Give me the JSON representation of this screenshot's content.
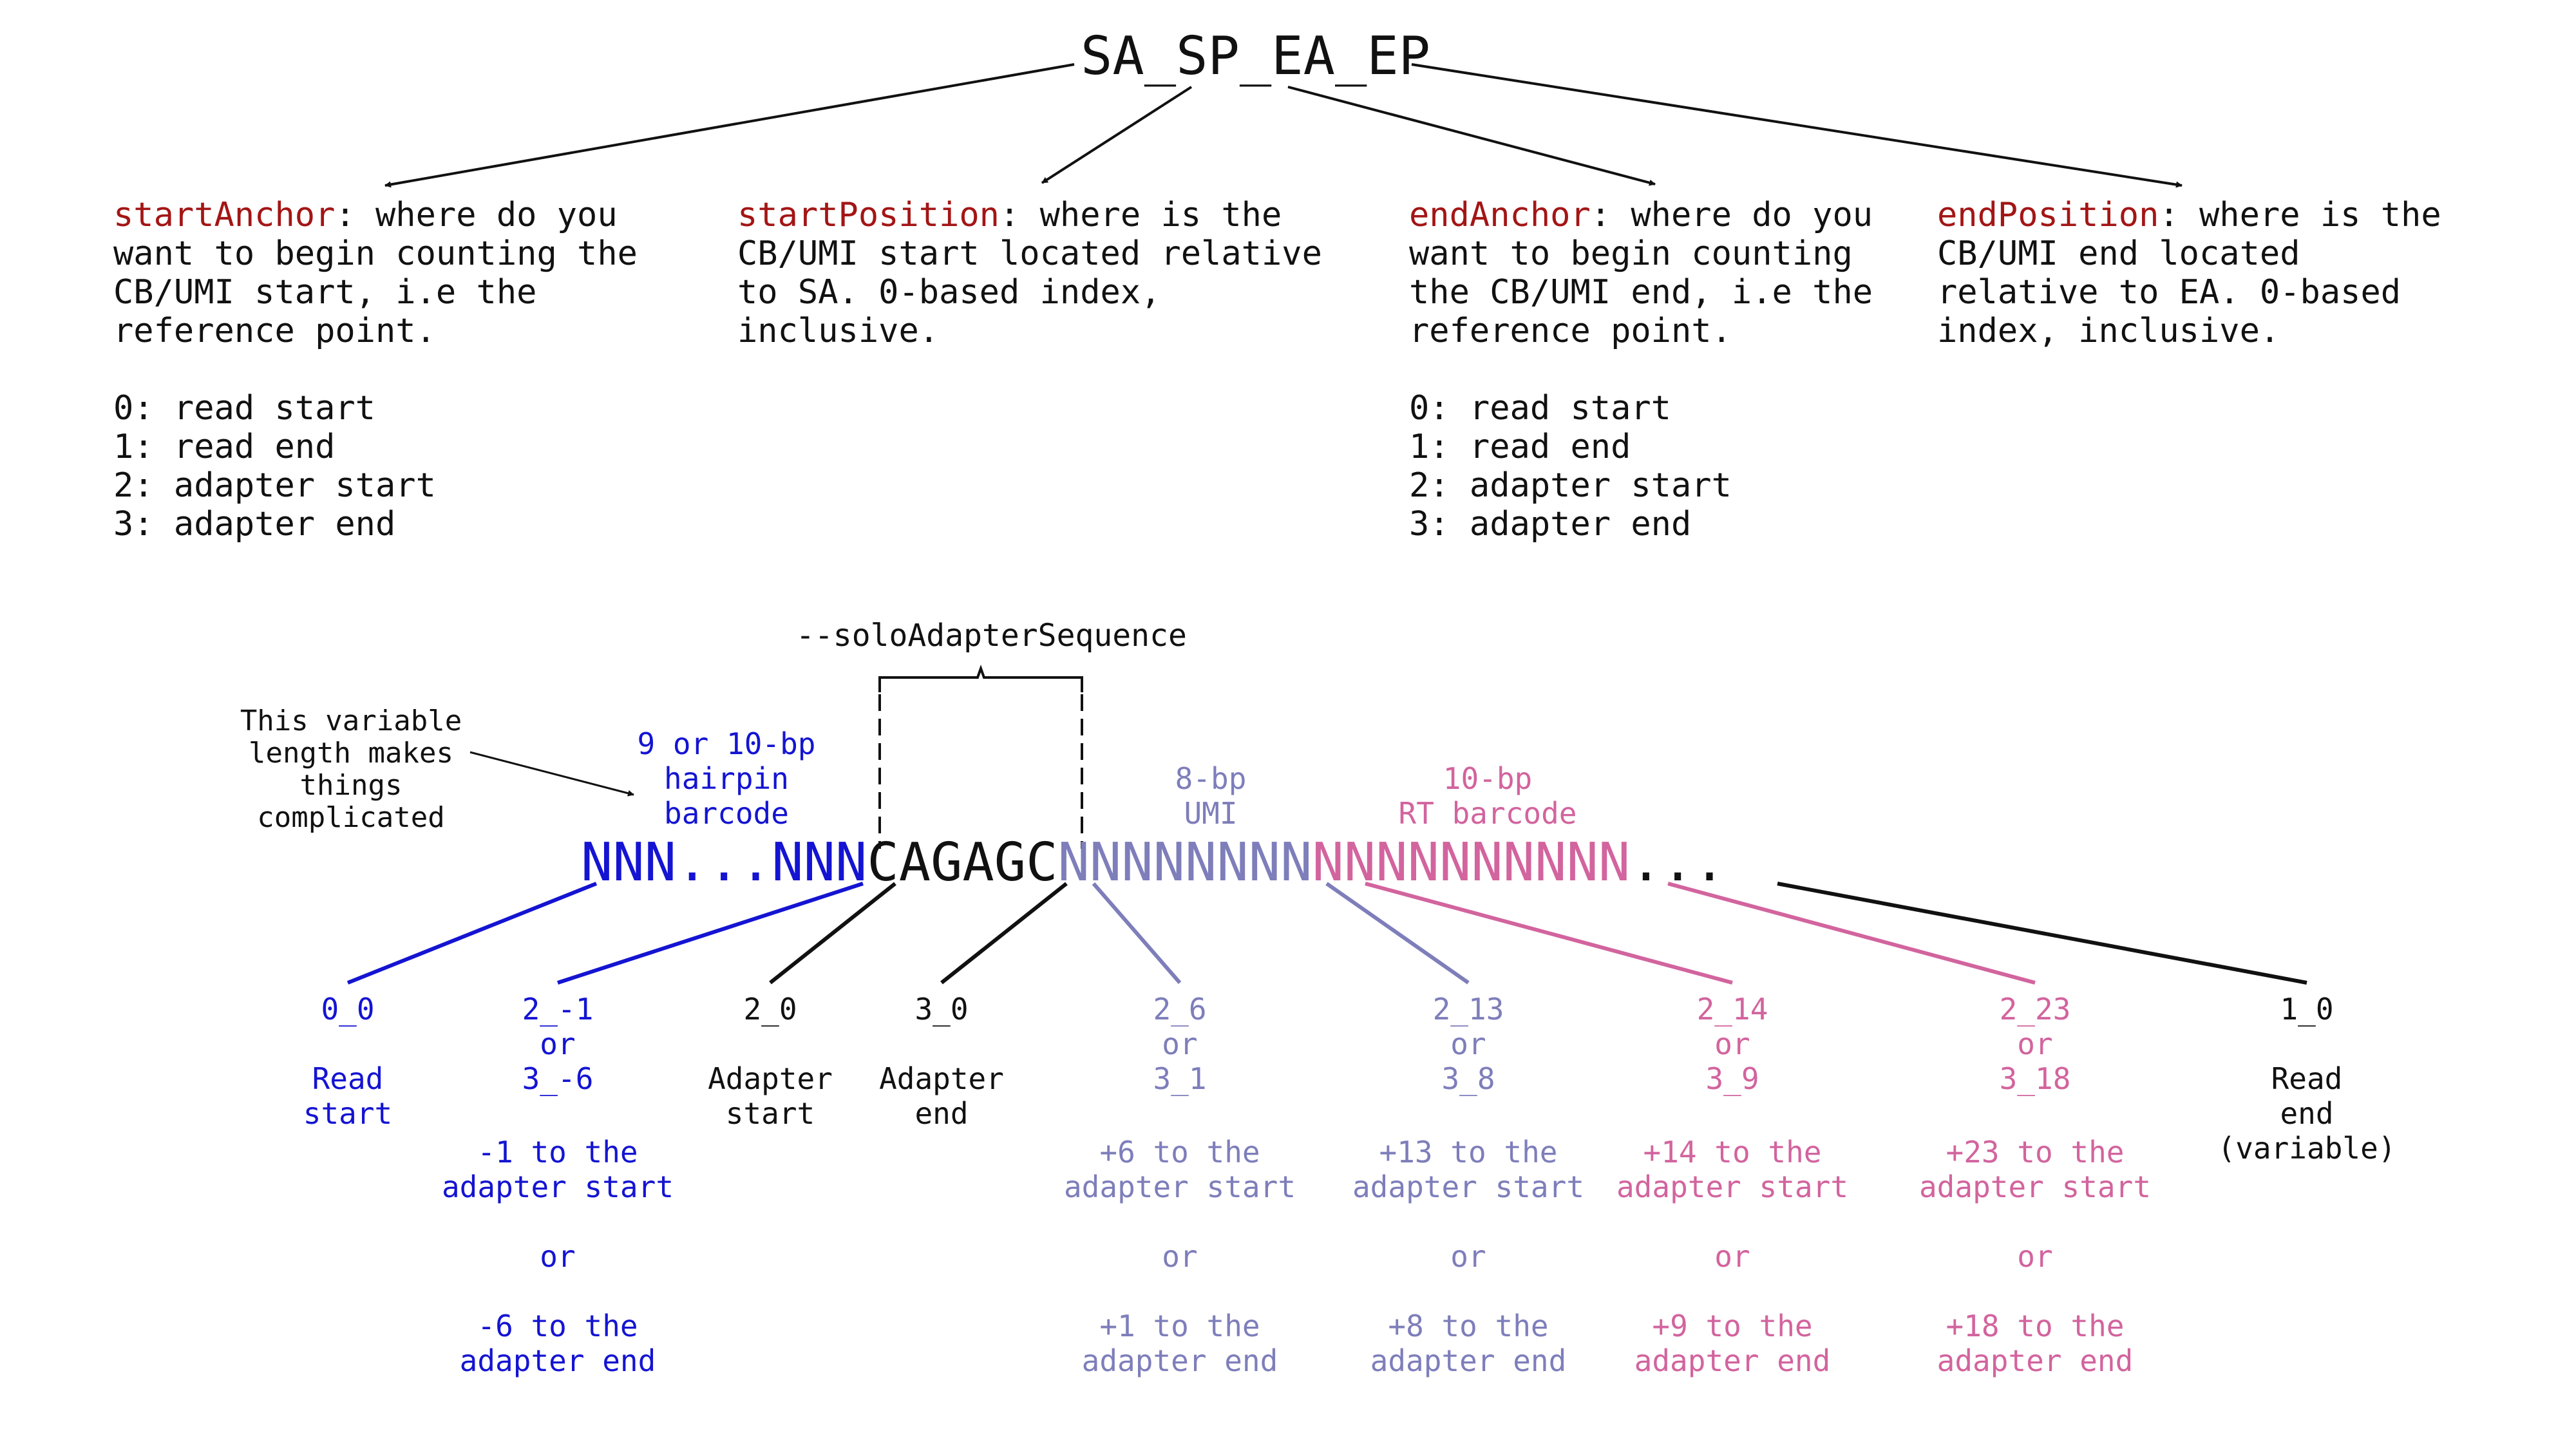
{
  "title": "SA_SP_EA_EP",
  "definitions": [
    {
      "name": "startAnchor",
      "rest": ": where do you\nwant to begin counting the\nCB/UMI start, i.e the\nreference point.\n\n0: read start\n1: read end\n2: adapter start\n3: adapter end"
    },
    {
      "name": "startPosition",
      "rest": ": where is the\nCB/UMI start located relative\nto SA. 0-based index,\ninclusive."
    },
    {
      "name": "endAnchor",
      "rest": ": where do you\nwant to begin counting\nthe CB/UMI end, i.e the\nreference point.\n\n0: read start\n1: read end\n2: adapter start\n3: adapter end"
    },
    {
      "name": "endPosition",
      "rest": ": where is the\nCB/UMI end located\nrelative to EA. 0-based\nindex, inclusive."
    }
  ],
  "adapter_label": "--soloAdapterSequence",
  "variable_note": "This variable\nlength makes\nthings\ncomplicated",
  "segment_labels": {
    "hairpin": "9 or 10-bp\nhairpin\nbarcode",
    "umi": "8-bp\nUMI",
    "rt": "10-bp\nRT barcode"
  },
  "sequence": {
    "hairpin": "NNN...NNN",
    "adapter": "CAGAGC",
    "umi": "NNNNNNNN",
    "rt": "NNNNNNNNNN",
    "rest": "..."
  },
  "positions": [
    {
      "code": "0_0",
      "desc": "Read\nstart",
      "detail": "",
      "color": "blue"
    },
    {
      "code": "2_-1\nor\n3_-6",
      "desc": "",
      "detail": "-1 to the\nadapter start\n\nor\n\n-6 to the\nadapter end",
      "color": "blue"
    },
    {
      "code": "2_0",
      "desc": "Adapter\nstart",
      "detail": "",
      "color": "black"
    },
    {
      "code": "3_0",
      "desc": "Adapter\nend",
      "detail": "",
      "color": "black"
    },
    {
      "code": "2_6\nor\n3_1",
      "desc": "",
      "detail": "+6 to the\nadapter start\n\nor\n\n+1 to the\nadapter end",
      "color": "purple"
    },
    {
      "code": "2_13\nor\n3_8",
      "desc": "",
      "detail": "+13 to the\nadapter start\n\nor\n\n+8 to the\nadapter end",
      "color": "purple"
    },
    {
      "code": "2_14\nor\n3_9",
      "desc": "",
      "detail": "+14 to the\nadapter start\n\nor\n\n+9 to the\nadapter end",
      "color": "pink"
    },
    {
      "code": "2_23\nor\n3_18",
      "desc": "",
      "detail": "+23 to the\nadapter start\n\nor\n\n+18 to the\nadapter end",
      "color": "pink"
    },
    {
      "code": "1_0",
      "desc": "Read\nend\n(variable)",
      "detail": "",
      "color": "black"
    }
  ],
  "colors": {
    "anchor_red": "#a31515",
    "blue": "#1414d2",
    "purple": "#7e7ebb",
    "pink": "#d2649e",
    "black": "#111111"
  }
}
